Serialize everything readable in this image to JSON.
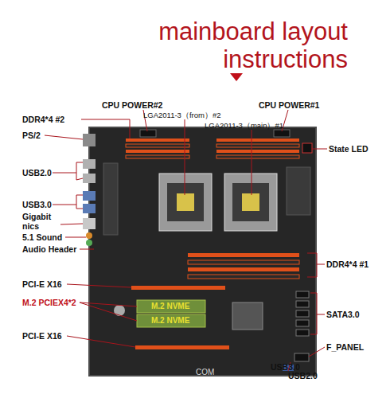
{
  "diagram": {
    "title": "mainboard layout instructions",
    "labels": [
      "CPU POWER#2",
      "CPU POWER#1",
      "LGA2011-3（from）#2",
      "DDR4*4 #2",
      "LGA2011-3（main）#1",
      "PS/2",
      "State LED",
      "USB2.0",
      "USB3.0",
      "Gigabit nics",
      "5.1 Sound",
      "Audio Header",
      "DDR4*4 #1",
      "PCI-E X16",
      "M.2 PCIEX4*2",
      "M.2 NVME",
      "M.2 NVME",
      "SATA3.0",
      "PCI-E X16",
      "F_PANEL",
      "COM",
      "USB3.0",
      "USB2.0"
    ]
  }
}
